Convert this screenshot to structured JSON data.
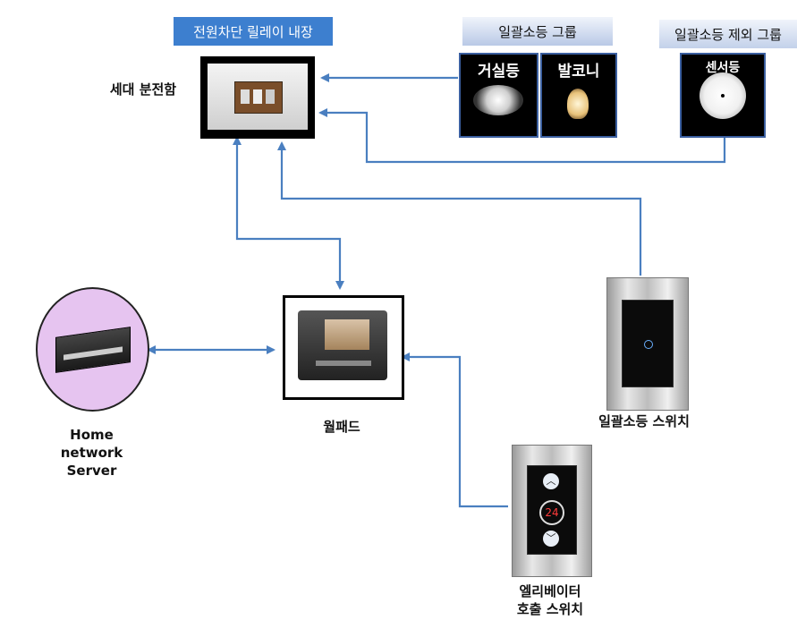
{
  "labels": {
    "relay_title": "전원차단 릴레이 내장",
    "distribution_box": "세대 분전함",
    "group_all_off": "일괄소등 그룹",
    "group_excluded": "일괄소등 제외 그룹",
    "living_room_light": "거실등",
    "balcony_light": "발코니",
    "sensor_light": "센서등",
    "wallpad": "월패드",
    "all_off_switch": "일괄소등 스위치",
    "elevator_switch_line1": "엘리베이터",
    "elevator_switch_line2": "호출 스위치",
    "server_line1": "Home",
    "server_line2": "network",
    "server_line3": "Server",
    "elevator_display": "24"
  },
  "colors": {
    "arrow": "#4a7fc0",
    "relay_label_bg": "#3d7fcf",
    "server_circle": "#e6c4f0"
  },
  "icons": {
    "server": "rack-server-icon",
    "wallpad": "wallpad-screen-icon",
    "light_switch": "touch-switch-icon",
    "elevator_switch": "elevator-call-switch-icon"
  }
}
